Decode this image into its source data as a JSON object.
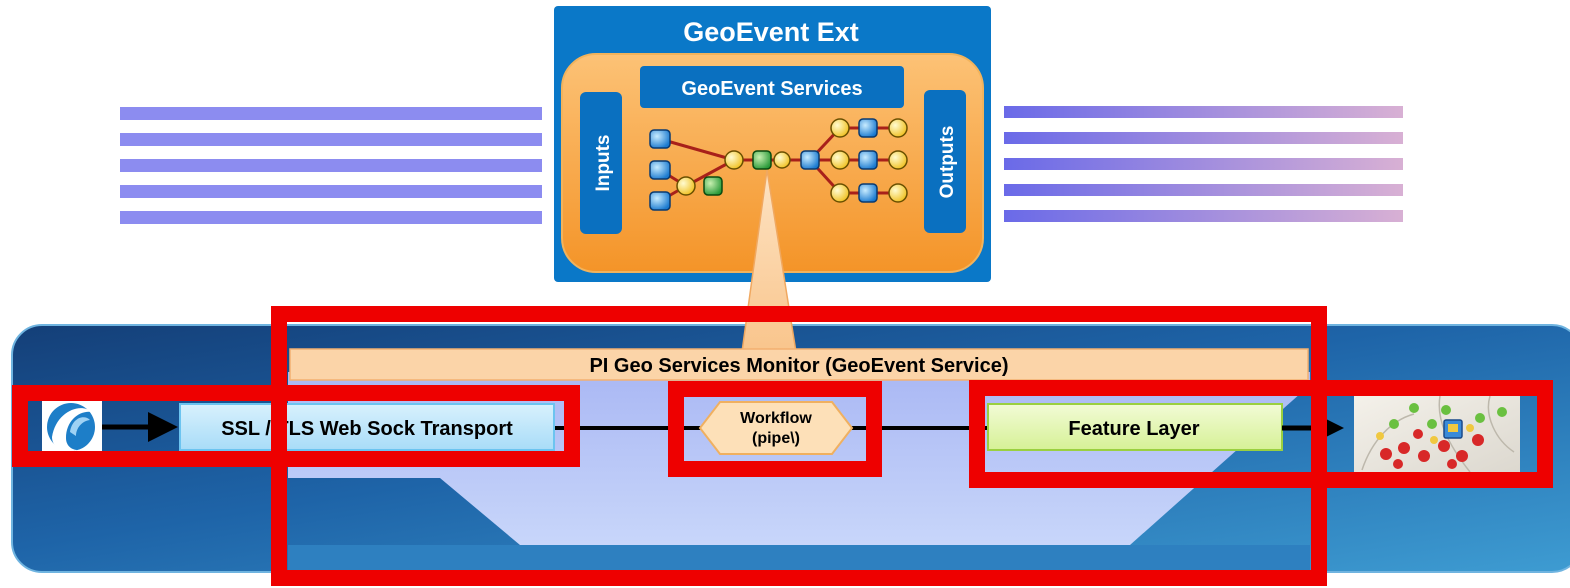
{
  "geoevent_ext": {
    "title": "GeoEvent Ext",
    "services_label": "GeoEvent Services",
    "inputs_label": "Inputs",
    "outputs_label": "Outputs"
  },
  "monitor": {
    "title": "PI Geo Services Monitor (GeoEvent Service)"
  },
  "pipeline": {
    "transport_label": "SSL / TLS Web Sock Transport",
    "workflow_line1": "Workflow",
    "workflow_line2": "(pipe\\)",
    "feature_layer_label": "Feature Layer"
  },
  "colors": {
    "ext_blue": "#0a78c8",
    "ext_orange": "#f6a640",
    "highlight_red": "#ee0000",
    "bar_purple": "#8c8cf0",
    "bar_pink": "#d6a8d0",
    "band_dark": "#15477e",
    "band_light": "#3d9ad0",
    "monitor_bar": "#fbd4a8",
    "transport_fill": "#bfe6fb",
    "workflow_fill": "#fde0b8",
    "feature_fill": "#e3f6b6"
  }
}
